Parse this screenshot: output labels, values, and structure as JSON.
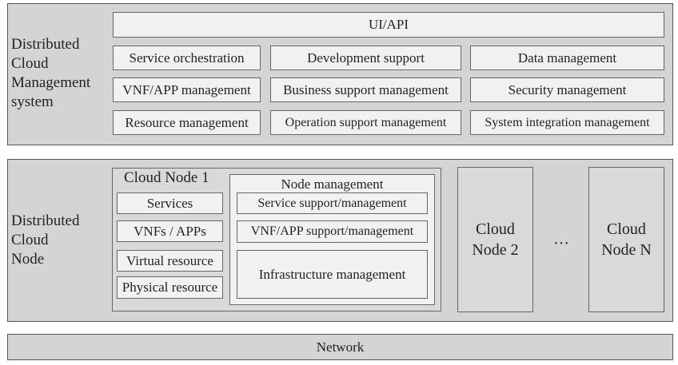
{
  "management": {
    "label": [
      "Distributed",
      "Cloud",
      "Management",
      "system"
    ],
    "ui_api": "UI/API",
    "rows": [
      [
        "Service orchestration",
        "Development support",
        "Data management"
      ],
      [
        "VNF/APP management",
        "Business support management",
        "Security management"
      ],
      [
        "Resource management",
        "Operation support management",
        "System integration management"
      ]
    ]
  },
  "node": {
    "label": [
      "Distributed",
      "Cloud",
      "Node"
    ],
    "cloud_node_1": {
      "title": "Cloud Node 1",
      "stack": [
        "Services",
        "VNFs / APPs",
        "Virtual resource",
        "Physical resource"
      ],
      "node_management": {
        "title": "Node management",
        "items": [
          "Service support/management",
          "VNF/APP support/management",
          "Infrastructure management"
        ]
      }
    },
    "cloud_node_2": [
      "Cloud",
      "Node 2"
    ],
    "ellipsis": "···",
    "cloud_node_n": [
      "Cloud",
      "Node N"
    ]
  },
  "network": "Network"
}
